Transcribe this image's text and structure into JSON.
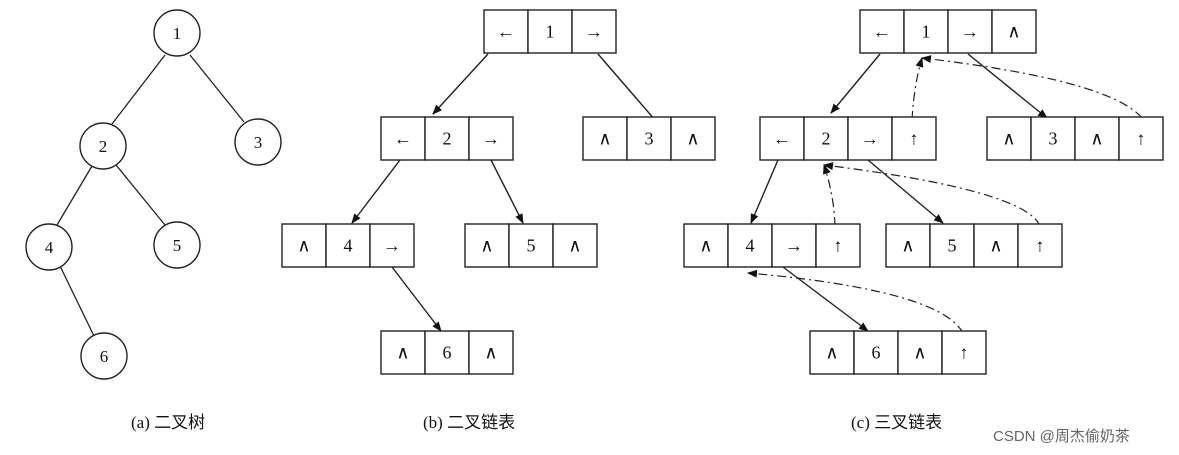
{
  "captions": {
    "a": "(a) 二叉树",
    "b": "(b) 二叉链表",
    "c": "(c) 三叉链表"
  },
  "watermark": "CSDN @周杰偷奶茶",
  "symbols": {
    "left": "←",
    "right": "→",
    "null": "∧",
    "parent": "↑"
  },
  "tree": {
    "nodes": [
      "1",
      "2",
      "3",
      "4",
      "5",
      "6"
    ]
  },
  "binary_list": {
    "cells": [
      [
        "←",
        "1",
        "→"
      ],
      [
        "←",
        "2",
        "→"
      ],
      [
        "∧",
        "3",
        "∧"
      ],
      [
        "∧",
        "4",
        "→"
      ],
      [
        "∧",
        "5",
        "∧"
      ],
      [
        "∧",
        "6",
        "∧"
      ]
    ]
  },
  "ternary_list": {
    "cells": [
      [
        "←",
        "1",
        "→",
        "∧"
      ],
      [
        "←",
        "2",
        "→",
        "↑"
      ],
      [
        "∧",
        "3",
        "∧",
        "↑"
      ],
      [
        "∧",
        "4",
        "→",
        "↑"
      ],
      [
        "∧",
        "5",
        "∧",
        "↑"
      ],
      [
        "∧",
        "6",
        "∧",
        "↑"
      ]
    ]
  }
}
